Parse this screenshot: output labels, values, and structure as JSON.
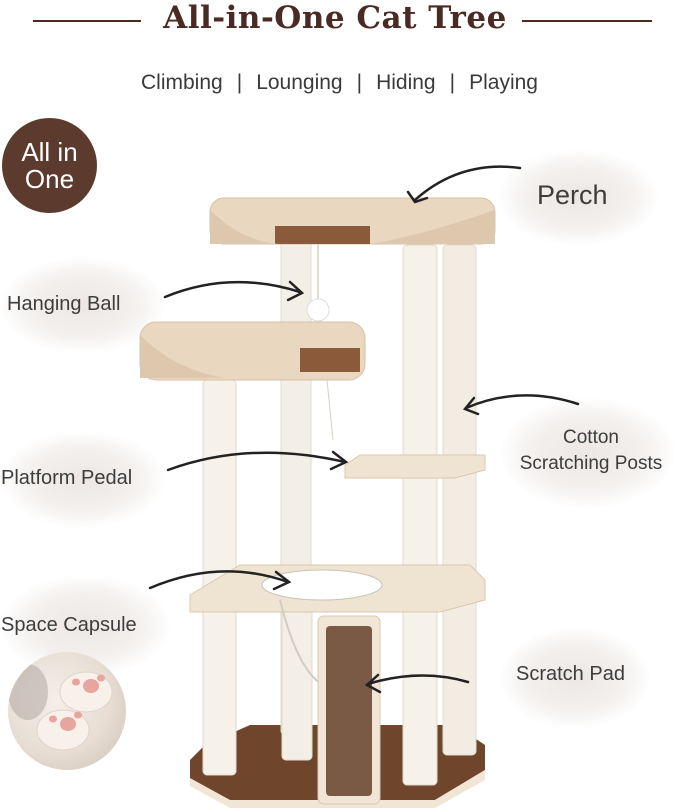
{
  "header": {
    "title": "All-in-One Cat Tree"
  },
  "features": [
    "Climbing",
    "Lounging",
    "Hiding",
    "Playing"
  ],
  "badge": {
    "line1": "All in",
    "line2": "One"
  },
  "callouts": {
    "perch": "Perch",
    "hanging_ball": "Hanging Ball",
    "cotton_line1": "Cotton",
    "cotton_line2": "Scratching Posts",
    "platform_pedal": "Platform Pedal",
    "space_capsule": "Space Capsule",
    "scratch_pad": "Scratch Pad"
  },
  "colors": {
    "title_brown": "#4a2a22",
    "badge_brown": "#5c3b2e",
    "beige_cushion": "#e9d7c0",
    "sisal_white": "#f4efe6",
    "wood_dark": "#6f452c",
    "wood_light": "#efe4d2"
  },
  "icons": {
    "arrow": "curved-arrow-icon",
    "paw": "paw-photo"
  }
}
